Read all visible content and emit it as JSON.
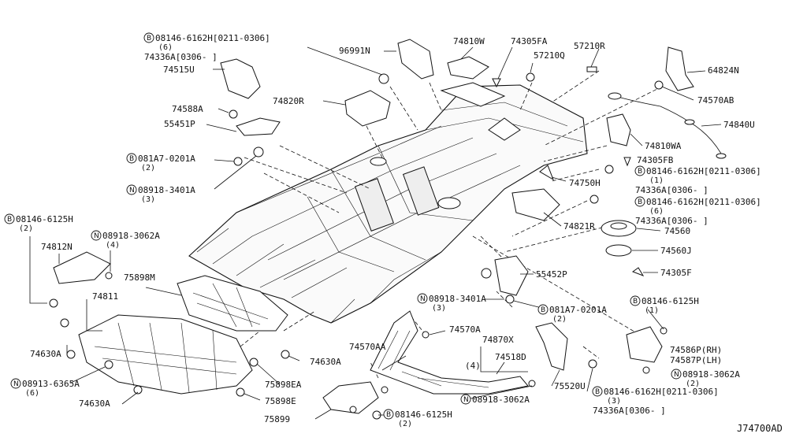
{
  "diagram_id": "J74700AD",
  "callouts": [
    {
      "key": "bolt_74336a_left",
      "code": "B",
      "text": "08146-6162H[0211-0306]",
      "qty": "(6)",
      "text2": "74336A[0306-      ]"
    },
    {
      "key": "p_74515u",
      "text": "74515U"
    },
    {
      "key": "p_96991n",
      "text": "96991N"
    },
    {
      "key": "p_74810w",
      "text": "74810W"
    },
    {
      "key": "p_74305fa",
      "text": "74305FA"
    },
    {
      "key": "p_57210r",
      "text": "57210R"
    },
    {
      "key": "p_57210q",
      "text": "57210Q"
    },
    {
      "key": "p_64824n",
      "text": "64824N"
    },
    {
      "key": "p_74570ab",
      "text": "74570AB"
    },
    {
      "key": "p_74840u",
      "text": "74840U"
    },
    {
      "key": "p_74588a",
      "text": "74588A"
    },
    {
      "key": "p_74820r",
      "text": "74820R"
    },
    {
      "key": "p_55451p",
      "text": "55451P"
    },
    {
      "key": "p_74810wa",
      "text": "74810WA"
    },
    {
      "key": "p_74305fb",
      "text": "74305FB"
    },
    {
      "key": "bolt_081a7_left",
      "code": "B",
      "text": "081A7-0201A",
      "qty": "(2)"
    },
    {
      "key": "bolt_74336a_right1",
      "code": "B",
      "text": "08146-6162H[0211-0306]",
      "qty": "(1)",
      "text2": "74336A[0306-      ]"
    },
    {
      "key": "p_74750h",
      "text": "74750H"
    },
    {
      "key": "nut_08918_left",
      "code": "N",
      "text": "08918-3401A",
      "qty": "(3)"
    },
    {
      "key": "bolt_74336a_right6",
      "code": "B",
      "text": "08146-6162H[0211-0306]",
      "qty": "(6)",
      "text2": "74336A[0306-      ]"
    },
    {
      "key": "bolt_08146_6125h_left",
      "code": "B",
      "text": "08146-6125H",
      "qty": "(2)"
    },
    {
      "key": "nut_08918_3062a_left",
      "code": "N",
      "text": "08918-3062A",
      "qty": "(4)"
    },
    {
      "key": "p_74821r",
      "text": "74821R"
    },
    {
      "key": "p_74560",
      "text": "74560"
    },
    {
      "key": "p_74812n",
      "text": "74812N"
    },
    {
      "key": "p_75898m",
      "text": "75898M"
    },
    {
      "key": "p_74560j",
      "text": "74560J"
    },
    {
      "key": "p_74305f",
      "text": "74305F"
    },
    {
      "key": "p_55452p",
      "text": "55452P"
    },
    {
      "key": "p_74811",
      "text": "74811"
    },
    {
      "key": "nut_08918_3401a_mid",
      "code": "N",
      "text": "08918-3401A",
      "qty": "(3)"
    },
    {
      "key": "bolt_081a7_mid",
      "code": "B",
      "text": "081A7-0201A",
      "qty": "(2)"
    },
    {
      "key": "bolt_08146_6125h_right",
      "code": "B",
      "text": "08146-6125H",
      "qty": "(1)"
    },
    {
      "key": "p_74570a",
      "text": "74570A"
    },
    {
      "key": "p_74630a_1",
      "text": "74630A"
    },
    {
      "key": "p_74870x",
      "text": "74870X"
    },
    {
      "key": "p_74586p",
      "text": "74586P(RH)"
    },
    {
      "key": "p_74587p",
      "text": "74587P(LH)"
    },
    {
      "key": "p_74570aa",
      "text": "74570AA"
    },
    {
      "key": "p_74518d",
      "text": "74518D"
    },
    {
      "key": "p_74630a_2",
      "text": "74630A"
    },
    {
      "key": "qty_4",
      "text": "(4)"
    },
    {
      "key": "nut_08918_3062a_right",
      "code": "N",
      "text": "08918-3062A",
      "qty": "(2)"
    },
    {
      "key": "nut_08913",
      "code": "N",
      "text": "08913-6365A",
      "qty": "(6)"
    },
    {
      "key": "p_75898ea",
      "text": "75898EA"
    },
    {
      "key": "p_75520u",
      "text": "75520U"
    },
    {
      "key": "bolt_08146_6162h_bottom",
      "code": "B",
      "text": "08146-6162H[0211-0306]",
      "qty": "(3)",
      "text2": "74336A[0306-      ]"
    },
    {
      "key": "p_74630a_3",
      "text": "74630A"
    },
    {
      "key": "p_75898e",
      "text": "75898E"
    },
    {
      "key": "nut_08918_3062a_bottom",
      "code": "N",
      "text": "08918-3062A"
    },
    {
      "key": "p_75899",
      "text": "75899"
    },
    {
      "key": "bolt_08146_6125h_bottom",
      "code": "B",
      "text": "08146-6125H",
      "qty": "(2)"
    }
  ]
}
